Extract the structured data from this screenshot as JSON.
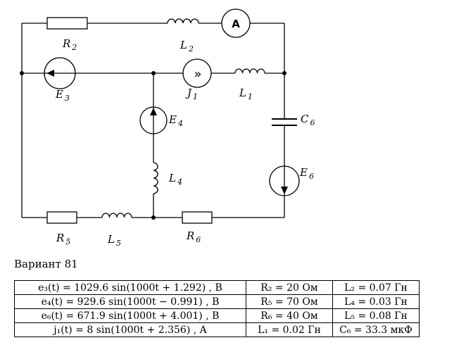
{
  "circuit": {
    "labels": {
      "R2": {
        "main": "R",
        "sub": "2"
      },
      "L2": {
        "main": "L",
        "sub": "2"
      },
      "A": "A",
      "E3": {
        "main": "E",
        "sub": "3"
      },
      "J1": {
        "main": "J",
        "sub": "1"
      },
      "L1": {
        "main": "L",
        "sub": "1"
      },
      "C6": {
        "main": "C",
        "sub": "6"
      },
      "E4": {
        "main": "E",
        "sub": "4"
      },
      "L4": {
        "main": "L",
        "sub": "4"
      },
      "E6": {
        "main": "E",
        "sub": "6"
      },
      "R5": {
        "main": "R",
        "sub": "5"
      },
      "L5": {
        "main": "L",
        "sub": "5"
      },
      "R6": {
        "main": "R",
        "sub": "6"
      }
    },
    "symbols": {
      "J1": "»"
    }
  },
  "variant_label": "Вариант 81",
  "table": {
    "rows": [
      [
        "e₃(t) = 1029.6 sin(1000t + 1.292) , B",
        "R₂ = 20 Ом",
        "L₂ = 0.07 Гн"
      ],
      [
        "e₄(t) = 929.6 sin(1000t − 0.991) , B",
        "R₅ = 70 Ом",
        "L₄ = 0.03 Гн"
      ],
      [
        "e₆(t) = 671.9 sin(1000t + 4.001) , B",
        "R₆ = 40 Ом",
        "L₅ = 0.08 Гн"
      ],
      [
        "j₁(t) = 8 sin(1000t + 2.356) , A",
        "L₁ = 0.02 Гн",
        "C₆ = 33.3 мкФ"
      ]
    ]
  }
}
